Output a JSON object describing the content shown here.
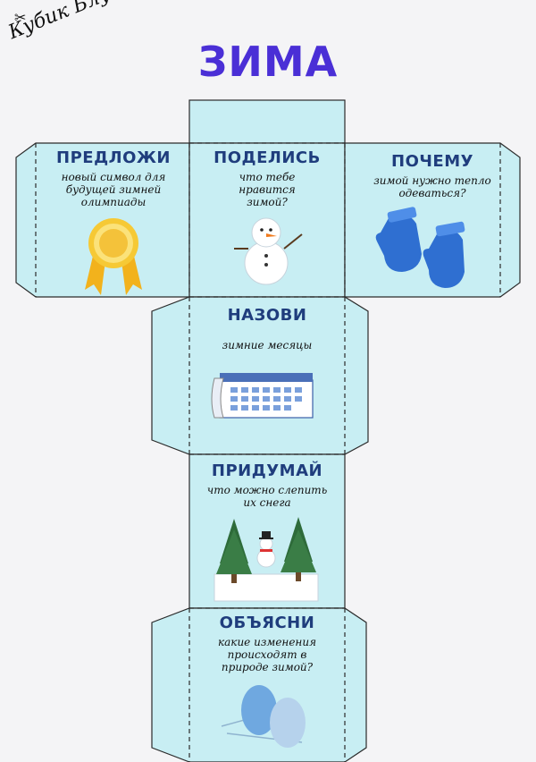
{
  "brand": {
    "text": "Кубик Блума",
    "scissors": "✂"
  },
  "title": "ЗИМА",
  "colors": {
    "face": "#c8eef3",
    "title": "#4a2fd6",
    "heading": "#1f3d7d"
  },
  "faces": {
    "predlozhi": {
      "heading": "ПРЕДЛОЖИ",
      "text": "новый символ для будущей зимней олимпиады",
      "icon": "medal-icon"
    },
    "podelis": {
      "heading": "ПОДЕЛИСЬ",
      "text": "что тебе нравится зимой?",
      "icon": "snowman-icon"
    },
    "pochemu": {
      "heading": "ПОЧЕМУ",
      "text": "зимой нужно тепло одеваться?",
      "icon": "mittens-icon"
    },
    "nazovi": {
      "heading": "НАЗОВИ",
      "text": "зимние месяцы",
      "icon": "calendar-icon"
    },
    "pridumay": {
      "heading": "ПРИДУМАЙ",
      "text": "что можно слепить их снега",
      "icon": "winter-scene-icon"
    },
    "obyasni": {
      "heading": "ОБЪЯСНИ",
      "text": "какие изменения происходят в природе зимой?",
      "icon": "pinecones-icon"
    }
  }
}
